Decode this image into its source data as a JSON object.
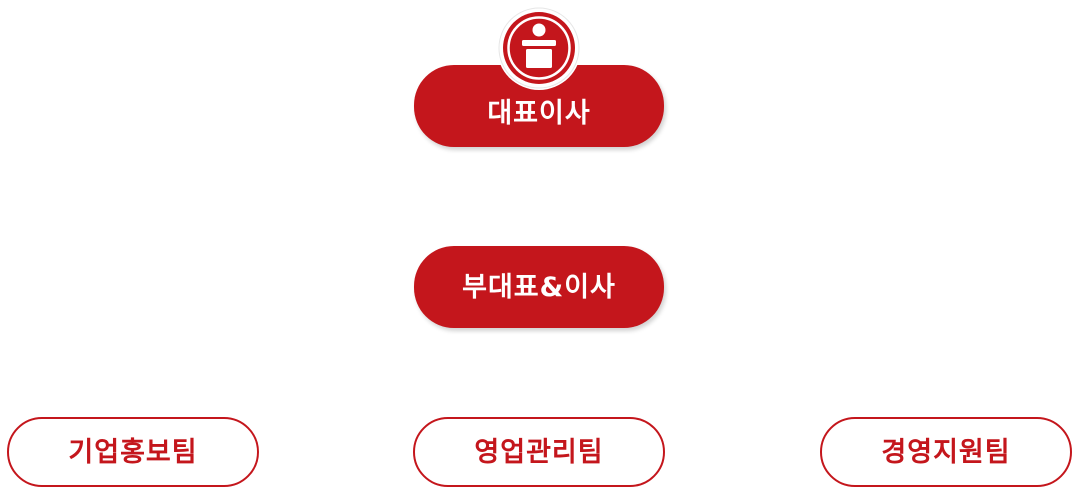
{
  "colors": {
    "primary": "#c4161c",
    "on_primary": "#ffffff"
  },
  "chart": {
    "icon": "podium-speaker-icon",
    "nodes": [
      {
        "id": "ceo",
        "label": "대표이사",
        "style": "filled",
        "level": 1
      },
      {
        "id": "vice",
        "label": "부대표&이사",
        "style": "filled",
        "level": 2
      },
      {
        "id": "team-1",
        "label": "기업홍보팀",
        "style": "outline",
        "level": 3
      },
      {
        "id": "team-2",
        "label": "영업관리팀",
        "style": "outline",
        "level": 3
      },
      {
        "id": "team-3",
        "label": "경영지원팀",
        "style": "outline",
        "level": 3
      }
    ]
  }
}
